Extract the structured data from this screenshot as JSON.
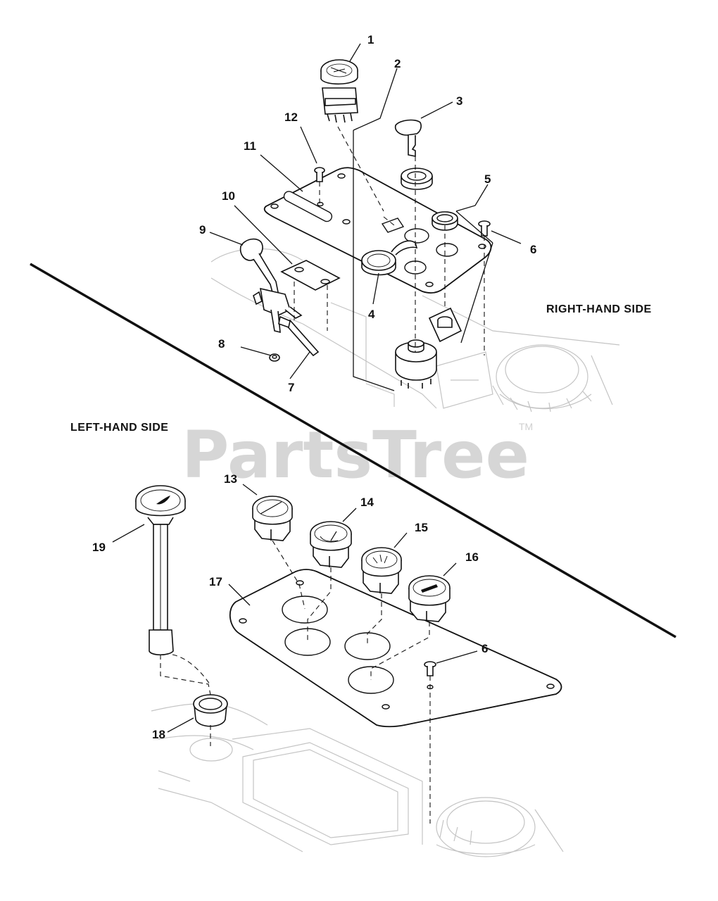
{
  "watermark": {
    "text": "PartsTree",
    "trademark": "TM"
  },
  "side_labels": {
    "right": "RIGHT-HAND SIDE",
    "left": "LEFT-HAND SIDE"
  },
  "callouts": {
    "c1": "1",
    "c2": "2",
    "c3": "3",
    "c4": "4",
    "c5": "5",
    "c6a": "6",
    "c7": "7",
    "c8": "8",
    "c9": "9",
    "c10": "10",
    "c11": "11",
    "c12": "12",
    "c13": "13",
    "c14": "14",
    "c15": "15",
    "c16": "16",
    "c17": "17",
    "c18": "18",
    "c19": "19",
    "c6b": "6"
  }
}
